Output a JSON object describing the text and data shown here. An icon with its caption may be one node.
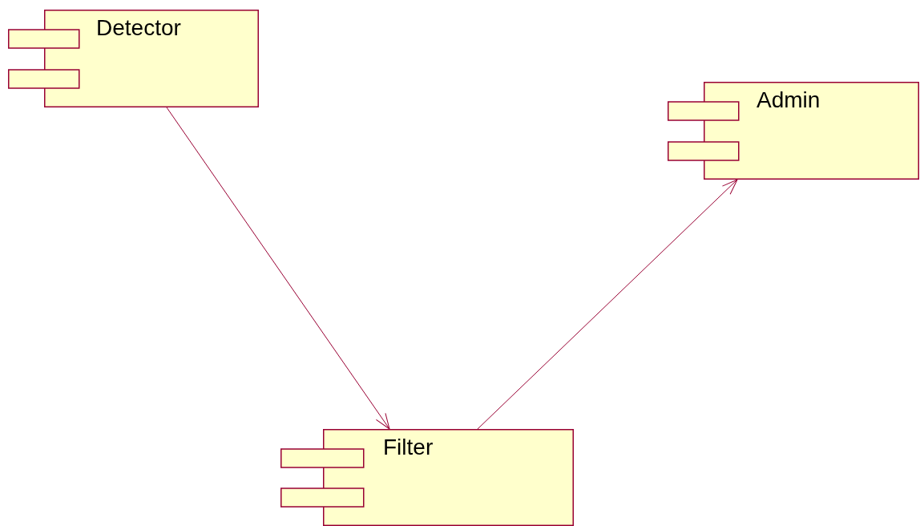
{
  "diagram": {
    "nodes": [
      {
        "text": [
          "Detector"
        ]
      },
      {
        "text": [
          "Admin"
        ]
      },
      {
        "text": [
          "Filter"
        ]
      }
    ],
    "edges": [
      {
        "from": 0,
        "to": 2,
        "arrow": "to"
      },
      {
        "from": 2,
        "to": 1,
        "arrow": "to"
      }
    ]
  }
}
